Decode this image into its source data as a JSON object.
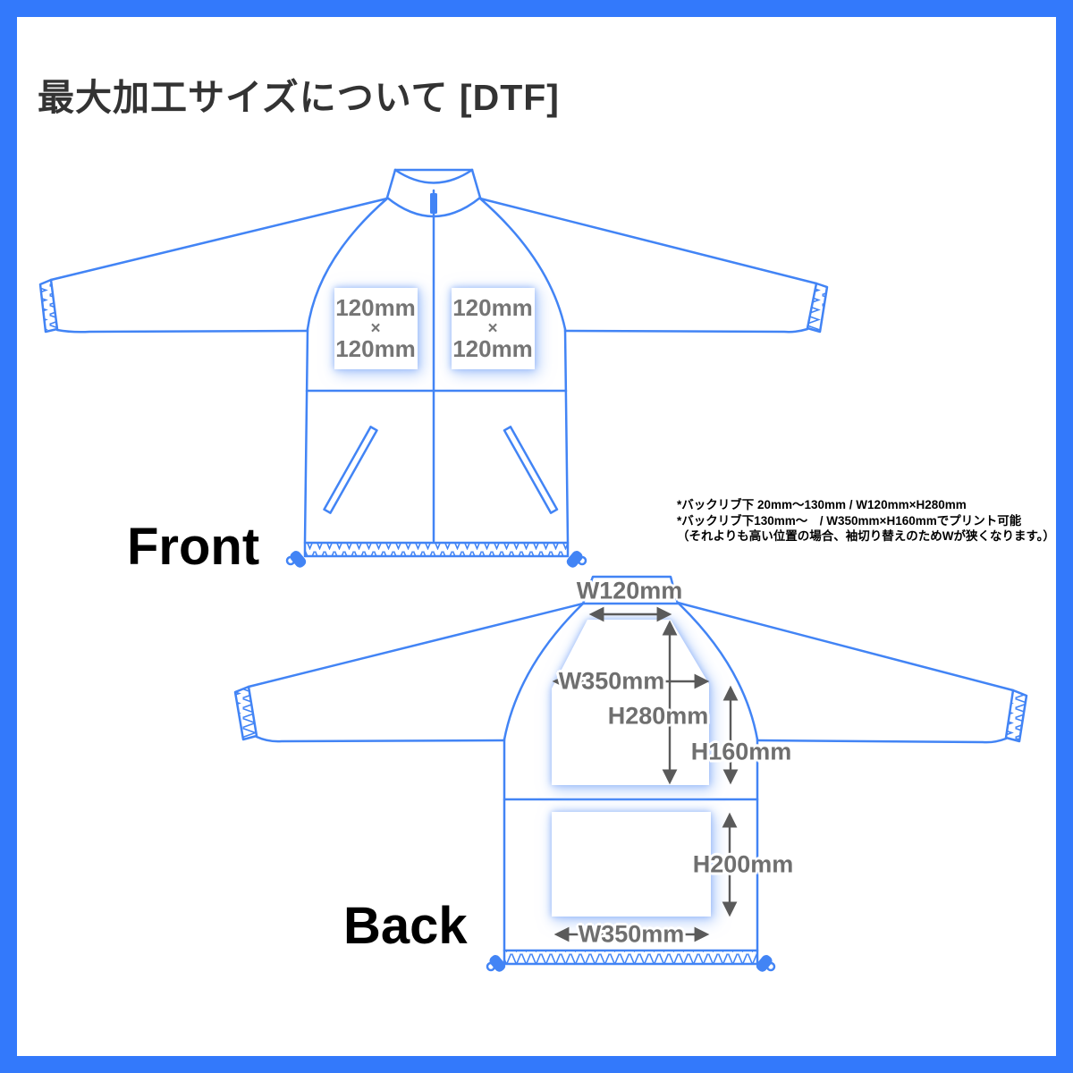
{
  "page": {
    "title": "最大加工サイズについて [DTF]"
  },
  "front": {
    "label": "Front",
    "print_areas": {
      "left": {
        "width": "120mm",
        "times": "×",
        "height": "120mm"
      },
      "right": {
        "width": "120mm",
        "times": "×",
        "height": "120mm"
      }
    }
  },
  "back": {
    "label": "Back",
    "dims": {
      "collar_width": "W120mm",
      "upper_width": "W350mm",
      "upper_height": "H280mm",
      "upper_side_height": "H160mm",
      "lower_height": "H200mm",
      "lower_width": "W350mm"
    }
  },
  "notes": {
    "line1": "*バックリブ下 20mm～130mm / W120mm×H280mm",
    "line2": "*バックリブ下130mm～　/ W350mm×H160mmでプリント可能",
    "line3": "（それよりも高い位置の場合、袖切り替えのためWが狭くなります。）"
  },
  "colors": {
    "frame_blue": "#3379FB",
    "line_blue": "#4284F5",
    "glow_blue": "#A9C6FA",
    "dim_text_gray": "#6F6F6F",
    "arrow_gray": "#5A5A5A",
    "title_color": "#333333",
    "label_black": "#000000"
  }
}
